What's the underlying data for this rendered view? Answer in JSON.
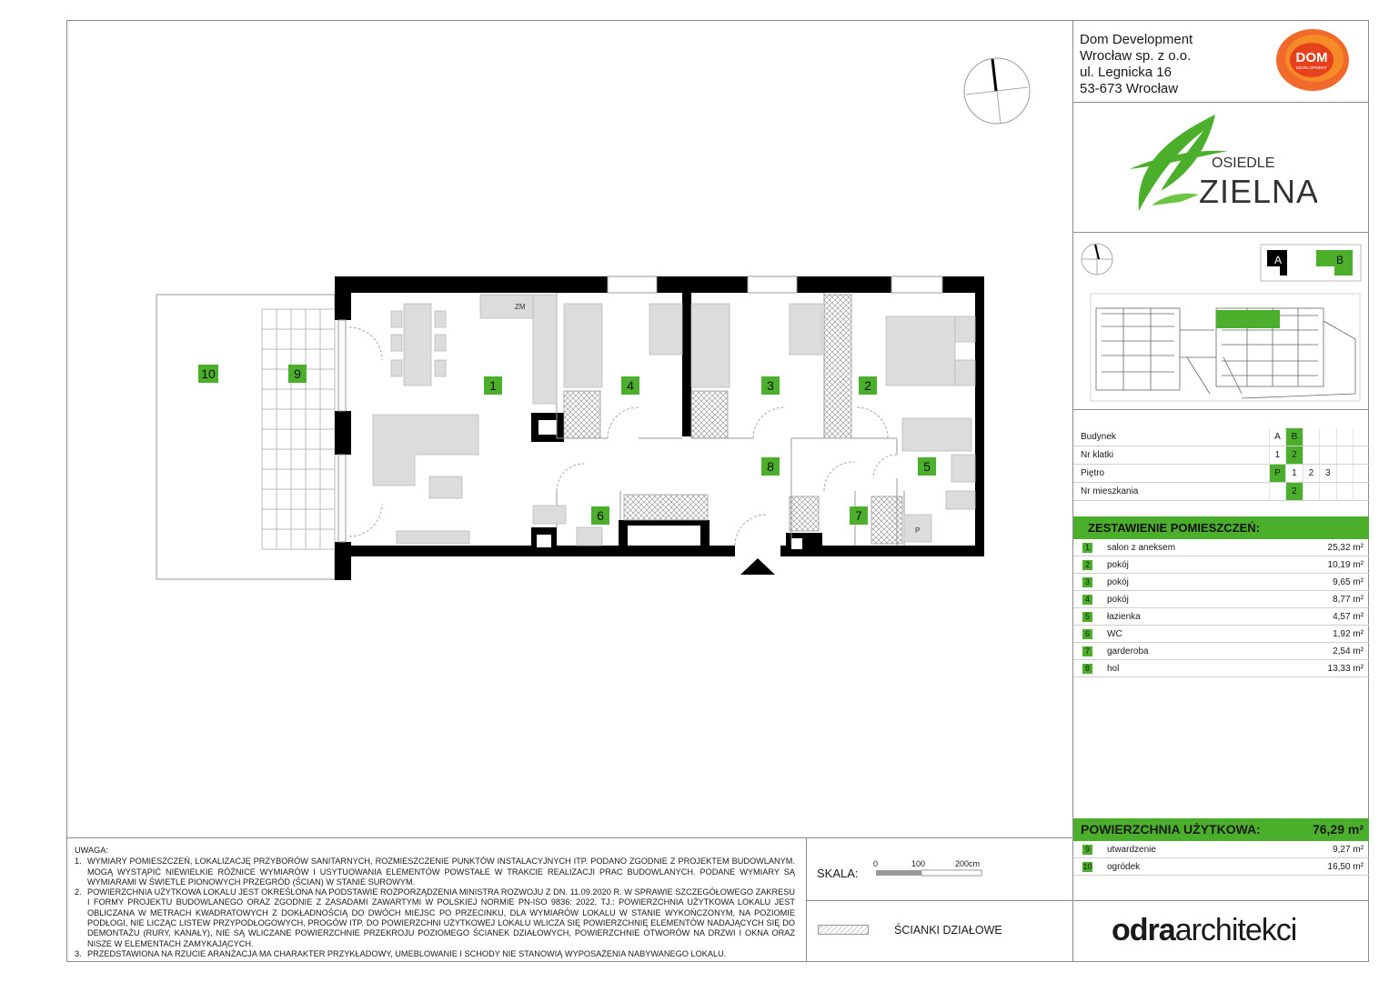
{
  "company": {
    "line1": "Dom Development",
    "line2": "Wrocław sp. z o.o.",
    "line3": "ul. Legnicka 16",
    "line4": "53-673 Wrocław",
    "logo_text_top": "DOM",
    "logo_text_bottom": "DEVELOPMENT"
  },
  "project_logo": {
    "line1": "OSIEDLE",
    "line2": "ZIELNA"
  },
  "colors": {
    "accent": "#4caf2b",
    "wall": "#000000",
    "furniture": "#dcdcdc",
    "logo_orange": "#f26a2b"
  },
  "key_plan": {
    "building_a": "A",
    "building_b": "B"
  },
  "info": [
    {
      "label": "Budynek",
      "cells": [
        "A",
        "B",
        "",
        "",
        "",
        ""
      ],
      "highlight": 1
    },
    {
      "label": "Nr klatki",
      "cells": [
        "1",
        "2",
        "",
        "",
        "",
        ""
      ],
      "highlight": 1
    },
    {
      "label": "Piętro",
      "cells": [
        "P",
        "1",
        "2",
        "3",
        "",
        ""
      ],
      "highlight": 0
    },
    {
      "label": "Nr mieszkania",
      "cells": [
        "",
        "2",
        "",
        "",
        "",
        ""
      ],
      "highlight": 1
    }
  ],
  "rooms_title": "ZESTAWIENIE POMIESZCZEŃ:",
  "rooms": [
    {
      "no": "1",
      "name": "salon z aneksem",
      "area": "25,32 m²"
    },
    {
      "no": "2",
      "name": "pokój",
      "area": "10,19 m²"
    },
    {
      "no": "3",
      "name": "pokój",
      "area": "9,65 m²"
    },
    {
      "no": "4",
      "name": "pokój",
      "area": "8,77 m²"
    },
    {
      "no": "5",
      "name": "łazienka",
      "area": "4,57 m²"
    },
    {
      "no": "6",
      "name": "WC",
      "area": "1,92 m²"
    },
    {
      "no": "7",
      "name": "garderoba",
      "area": "2,54 m²"
    },
    {
      "no": "8",
      "name": "hol",
      "area": "13,33 m²"
    }
  ],
  "total": {
    "label": "POWIERZCHNIA UŻYTKOWA:",
    "value": "76,29 m²"
  },
  "extras": [
    {
      "no": "9",
      "name": "utwardzenie",
      "area": "9,27 m²"
    },
    {
      "no": "10",
      "name": "ogródek",
      "area": "16,50 m²"
    }
  ],
  "notes": {
    "title": "UWAGA:",
    "items": [
      {
        "k": "1.",
        "t": "WYMIARY POMIESZCZEŃ, LOKALIZACJĘ PRZYBORÓW SANITARNYCH, ROZMIESZCZENIE PUNKTÓW INSTALACYJNYCH ITP. PODANO ZGODNIE Z PROJEKTEM BUDOWLANYM. MOGĄ WYSTĄPIĆ NIEWIELKIE RÓŻNICE WYMIARÓW I USYTUOWANIA ELEMENTÓW POWSTAŁE W TRAKCIE REALIZACJI PRAC BUDOWLANYCH. PODANE WYMIARY SĄ WYMIARAMI W ŚWIETLE PIONOWYCH PRZEGRÓD (ŚCIAN) W STANIE SUROWYM."
      },
      {
        "k": "2.",
        "t": "POWIERZCHNIA UŻYTKOWA LOKALU JEST OKREŚLONA NA PODSTAWIE ROZPORZĄDZENIA MINISTRA ROZWOJU Z DN. 11.09.2020 R. W SPRAWIE SZCZEGÓŁOWEGO ZAKRESU I FORMY PROJEKTU BUDOWLANEGO ORAZ ZGODNIE Z ZASADAMI ZAWARTYMI W POLSKIEJ NORMIE PN-ISO 9836: 2022, TJ.: POWIERZCHNIA UŻYTKOWA LOKALU JEST OBLICZANA W METRACH KWADRATOWYCH Z DOKŁADNOŚCIĄ DO DWÓCH MIEJSC PO PRZECINKU, DLA WYMIARÓW LOKALU W STANIE WYKOŃCZONYM, NA POZIOMIE PODŁOGI, NIE LICZĄC LISTEW PRZYPODŁOGOWYCH, PROGÓW ITP. DO POWIERZCHNI UŻYTKOWEJ LOKALU WLICZA SIĘ POWIERZCHNIĘ ELEMENTÓW NADAJĄCYCH SIĘ DO DEMONTAŻU (RURY, KANAŁY), NIE SĄ WLICZANE POWIERZCHNIE PRZEKROJU POZIOMEGO ŚCIANEK DZIAŁOWYCH, POWIERZCHNIE OTWORÓW NA DRZWI I OKNA ORAZ NISZE W ELEMENTACH ZAMYKAJĄCYCH."
      },
      {
        "k": "3.",
        "t": "PRZEDSTAWIONA NA RZUCIE ARANŻACJA MA CHARAKTER PRZYKŁADOWY, UMEBLOWANIE I SCHODY NIE STANOWIĄ WYPOSAŻENIA NABYWANEGO LOKALU."
      }
    ]
  },
  "scale": {
    "label": "SKALA:",
    "t0": "0",
    "t1": "100",
    "t2": "200cm"
  },
  "legend": {
    "walls": "ŚCIANKI DZIAŁOWE"
  },
  "architect": {
    "bold": "odra",
    "regular": "architekci"
  },
  "plan": {
    "room_labels": [
      "1",
      "2",
      "3",
      "4",
      "5",
      "6",
      "7",
      "8",
      "9",
      "10"
    ],
    "zm": "ZM",
    "p": "P"
  }
}
